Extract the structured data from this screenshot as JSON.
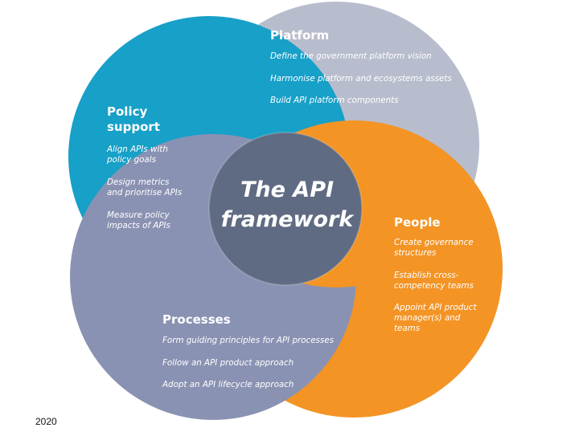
{
  "center": {
    "title_line1": "The API",
    "title_line2": "framework"
  },
  "platform": {
    "title": "Platform",
    "items": [
      "Define the government platform vision",
      "Harmonise platform and ecosystems assets",
      "Build API platform components"
    ]
  },
  "policy": {
    "title_line1": "Policy",
    "title_line2": "support",
    "items": [
      {
        "line1": "Align APIs with",
        "line2": "policy goals"
      },
      {
        "line1": "Design metrics",
        "line2": "and prioritise APIs"
      },
      {
        "line1": "Measure policy",
        "line2": "impacts of APIs"
      }
    ]
  },
  "people": {
    "title": "People",
    "items": [
      {
        "line1": "Create governance",
        "line2": "structures"
      },
      {
        "line1": "Establish cross-",
        "line2": "competency teams"
      },
      {
        "line1": "Appoint API product",
        "line2": "manager(s) and",
        "line3": "teams"
      }
    ]
  },
  "processes": {
    "title": "Processes",
    "items": [
      "Form guiding principles for API processes",
      "Follow an API product approach",
      "Adopt an API lifecycle approach"
    ]
  },
  "footer": {
    "year": "2020"
  },
  "colors": {
    "policy": "#17a0c8",
    "platform": "#b8bdcd",
    "people": "#f39425",
    "processes": "#8a92b3",
    "center": "#5f6b82"
  }
}
